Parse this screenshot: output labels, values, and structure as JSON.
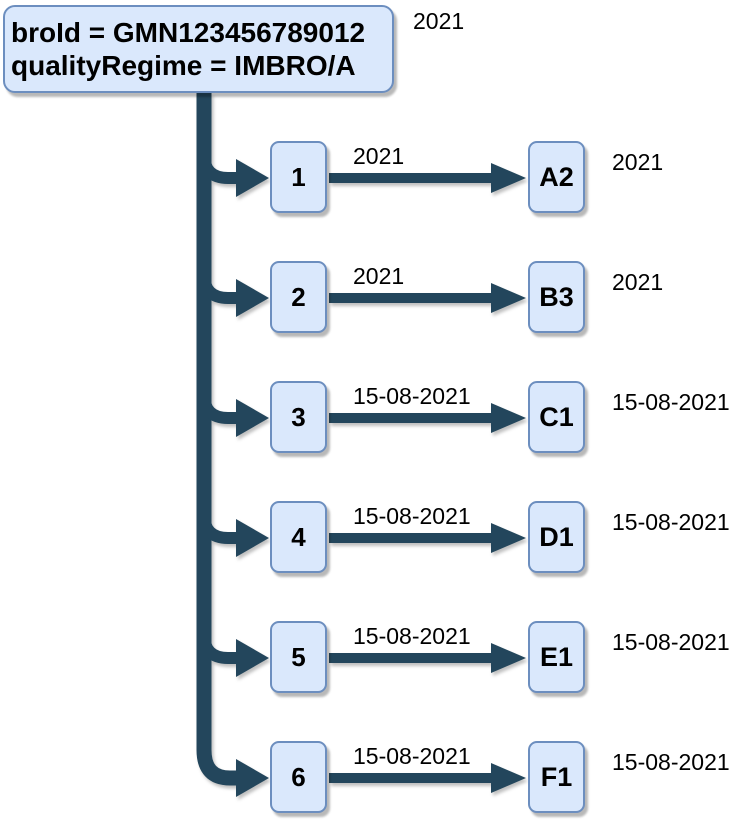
{
  "root": {
    "lines": [
      "broId = GMN123456789012",
      "qualityRegime = IMBRO/A"
    ],
    "side_label": "2021"
  },
  "rows": [
    {
      "source": "1",
      "edge_label": "2021",
      "target": "A2",
      "side_label": "2021"
    },
    {
      "source": "2",
      "edge_label": "2021",
      "target": "B3",
      "side_label": "2021"
    },
    {
      "source": "3",
      "edge_label": "15-08-2021",
      "target": "C1",
      "side_label": "15-08-2021"
    },
    {
      "source": "4",
      "edge_label": "15-08-2021",
      "target": "D1",
      "side_label": "15-08-2021"
    },
    {
      "source": "5",
      "edge_label": "15-08-2021",
      "target": "E1",
      "side_label": "15-08-2021"
    },
    {
      "source": "6",
      "edge_label": "15-08-2021",
      "target": "F1",
      "side_label": "15-08-2021"
    }
  ],
  "colors": {
    "node_fill": "#dae8fc",
    "node_border": "#6c8ebf",
    "connector": "#23465c",
    "text": "#000000",
    "background": "#ffffff"
  }
}
